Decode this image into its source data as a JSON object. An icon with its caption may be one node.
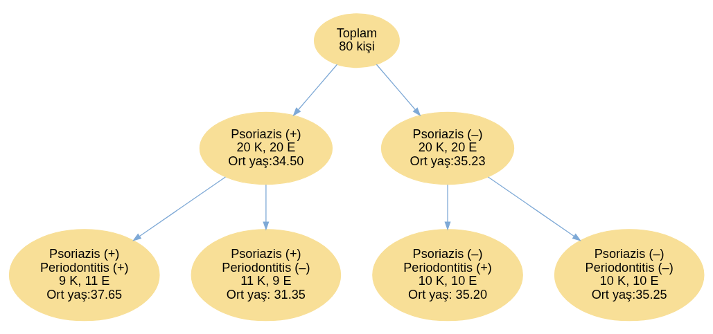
{
  "diagram": {
    "nodes": [
      {
        "text": [
          "Toplam",
          "80 kişi"
        ]
      },
      {
        "text": [
          "Psoriazis (+)",
          "20 K, 20 E",
          "Ort yaş:34.50"
        ]
      },
      {
        "text": [
          "Psoriazis (–)",
          "20 K, 20 E",
          "Ort yaş:35.23"
        ]
      },
      {
        "text": [
          "Psoriazis (+)",
          "Periodontitis (+)",
          "9 K, 11 E",
          "Ort yaş:37.65"
        ]
      },
      {
        "text": [
          "Psoriazis (+)",
          "Periodontitis (–)",
          "11 K, 9 E",
          "Ort yaş: 31.35"
        ]
      },
      {
        "text": [
          "Psoriazis (–)",
          "Periodontitis (+)",
          "10 K, 10 E",
          "Ort yaş: 35.20"
        ]
      },
      {
        "text": [
          "Psoriazis (–)",
          "Periodontitis (–)",
          "10 K, 10 E",
          "Ort yaş:35.25"
        ]
      }
    ],
    "edges": [
      {
        "from": 0,
        "to": 1,
        "arrow": "to"
      },
      {
        "from": 0,
        "to": 2,
        "arrow": "to"
      },
      {
        "from": 1,
        "to": 3,
        "arrow": "to"
      },
      {
        "from": 1,
        "to": 4,
        "arrow": "to"
      },
      {
        "from": 2,
        "to": 5,
        "arrow": "to"
      },
      {
        "from": 2,
        "to": 6,
        "arrow": "to"
      }
    ]
  }
}
